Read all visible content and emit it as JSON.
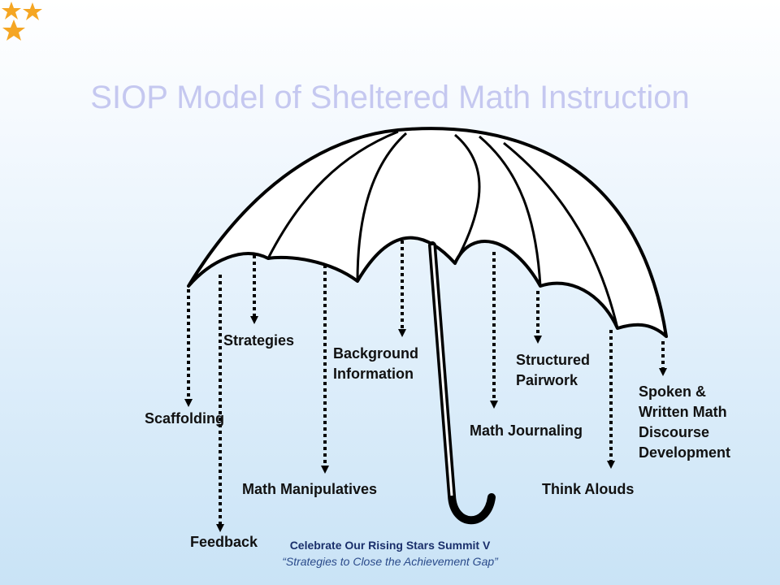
{
  "title": "SIOP Model of Sheltered Math Instruction",
  "labels": {
    "strategies": "Strategies",
    "background": "Background\nInformation",
    "structured_pairwork": "Structured\nPairwork",
    "spoken_written": "Spoken &\nWritten Math\nDiscourse\nDevelopment",
    "scaffolding": "Scaffolding",
    "math_journaling": "Math Journaling",
    "math_manipulatives": "Math Manipulatives",
    "think_alouds": "Think Alouds",
    "feedback": "Feedback"
  },
  "footer": {
    "line1": "Celebrate Our Rising Stars Summit V",
    "line2": "“Strategies to Close the Achievement Gap”"
  },
  "colors": {
    "title": "#c5c8f0",
    "star": "#f5a623",
    "footer": "#1a2f6b"
  }
}
